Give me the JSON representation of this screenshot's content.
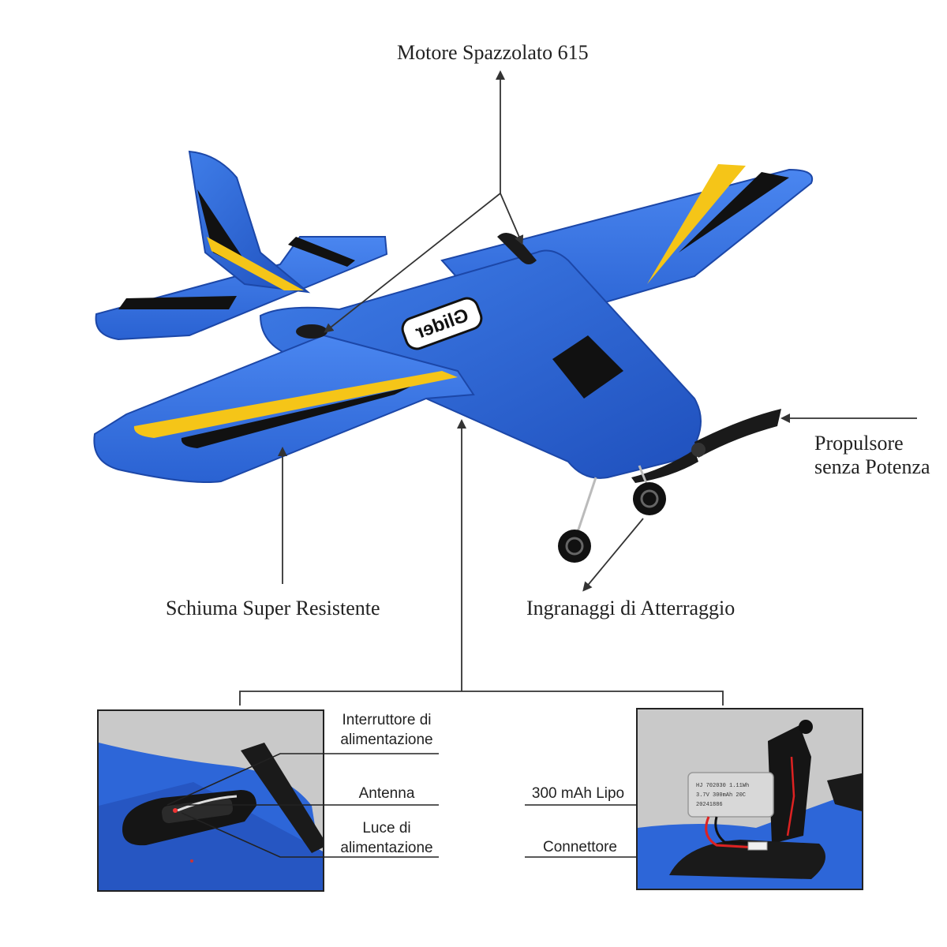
{
  "labels": {
    "motor": "Motore Spazzolato 615",
    "propeller_line1": "Propulsore",
    "propeller_line2": "senza Potenza",
    "foam": "Schiuma Super Resistente",
    "landing_gear": "Ingranaggi di Atterraggio"
  },
  "left_panel": {
    "power_switch_line1": "Interruttore di",
    "power_switch_line2": "alimentazione",
    "antenna": "Antenna",
    "power_light_line1": "Luce di",
    "power_light_line2": "alimentazione"
  },
  "right_panel": {
    "battery": "300 mAh Lipo",
    "connector": "Connettore"
  },
  "decal": {
    "fuselage_text": "Glider",
    "battery_text_1": "HJ 702030 1.11Wh",
    "battery_text_2": "3.7V 300mAh 20C",
    "battery_text_3": "20241886"
  },
  "colors": {
    "foam_blue": "#2f6fe0",
    "foam_dark": "#1f4fb8",
    "stripe_yellow": "#f5c518",
    "stripe_black": "#111111",
    "panel_bg": "#c9c9c9"
  }
}
